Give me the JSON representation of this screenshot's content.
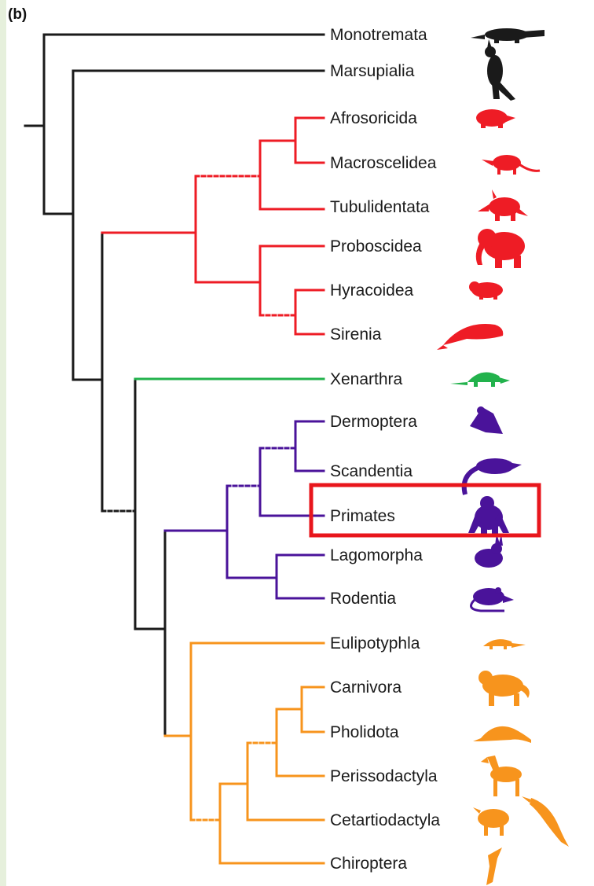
{
  "figure": {
    "panel_label": "(b)",
    "highlight": {
      "taxon": "Primates",
      "color": "#e8161c"
    }
  },
  "colors": {
    "black": "#1a1a1a",
    "afrotheria": "#ee1c25",
    "xenarthra": "#22b24c",
    "euarchontoglires": "#4a139a",
    "laurasiatheria": "#f7941d"
  },
  "taxa": [
    {
      "name": "Monotremata",
      "color": "black",
      "icon": "platypus-icon"
    },
    {
      "name": "Marsupialia",
      "color": "black",
      "icon": "kangaroo-icon"
    },
    {
      "name": "Afrosoricida",
      "color": "afrotheria",
      "icon": "tenrec-icon"
    },
    {
      "name": "Macroscelidea",
      "color": "afrotheria",
      "icon": "elephant-shrew-icon"
    },
    {
      "name": "Tubulidentata",
      "color": "afrotheria",
      "icon": "aardvark-icon"
    },
    {
      "name": "Proboscidea",
      "color": "afrotheria",
      "icon": "elephant-icon"
    },
    {
      "name": "Hyracoidea",
      "color": "afrotheria",
      "icon": "hyrax-icon"
    },
    {
      "name": "Sirenia",
      "color": "afrotheria",
      "icon": "manatee-icon"
    },
    {
      "name": "Xenarthra",
      "color": "xenarthra",
      "icon": "armadillo-icon"
    },
    {
      "name": "Dermoptera",
      "color": "euarchontoglires",
      "icon": "colugo-icon"
    },
    {
      "name": "Scandentia",
      "color": "euarchontoglires",
      "icon": "treeshrew-icon"
    },
    {
      "name": "Primates",
      "color": "euarchontoglires",
      "icon": "gorilla-icon"
    },
    {
      "name": "Lagomorpha",
      "color": "euarchontoglires",
      "icon": "rabbit-icon"
    },
    {
      "name": "Rodentia",
      "color": "euarchontoglires",
      "icon": "rat-icon"
    },
    {
      "name": "Eulipotyphla",
      "color": "laurasiatheria",
      "icon": "shrew-icon"
    },
    {
      "name": "Carnivora",
      "color": "laurasiatheria",
      "icon": "big-cat-icon"
    },
    {
      "name": "Pholidota",
      "color": "laurasiatheria",
      "icon": "pangolin-icon"
    },
    {
      "name": "Perissodactyla",
      "color": "laurasiatheria",
      "icon": "horse-icon"
    },
    {
      "name": "Cetartiodactyla",
      "color": "laurasiatheria",
      "icon": "pig-and-dolphin-icon"
    },
    {
      "name": "Chiroptera",
      "color": "laurasiatheria",
      "icon": "bat-icon"
    }
  ]
}
